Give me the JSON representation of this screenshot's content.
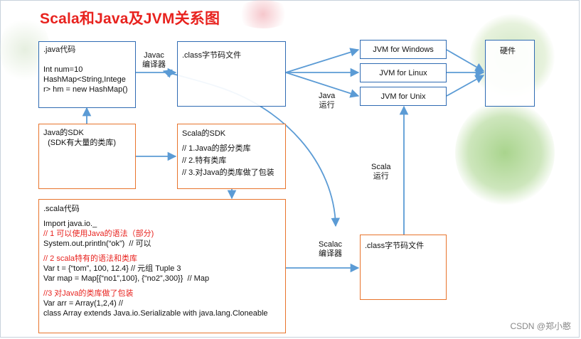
{
  "title": "Scala和Java及JVM关系图",
  "boxes": {
    "java_code": {
      "heading": ".java代码",
      "lines": [
        "Int num=10",
        "HashMap<String,Intege",
        "r> hm = new HashMap()"
      ]
    },
    "class_top": {
      "heading": ".class字节码文件"
    },
    "jvm_windows": {
      "text": "JVM for Windows"
    },
    "jvm_linux": {
      "text": "JVM for Linux"
    },
    "jvm_unix": {
      "text": "JVM for Unix"
    },
    "hardware": {
      "text": "硬件"
    },
    "java_sdk": {
      "lines": [
        "Java的SDK",
        "  (SDK有大量的类库)"
      ]
    },
    "scala_sdk": {
      "heading": "Scala的SDK",
      "lines": [
        "// 1.Java的部分类库",
        "// 2.特有类库",
        "// 3.对Java的类库做了包装"
      ]
    },
    "scala_code": {
      "heading": ".scala代码",
      "lines": [
        {
          "text": "Import java.io._",
          "red": false
        },
        {
          "text": "// 1 可以使用Java的语法（部分)",
          "red": true
        },
        {
          "text": "System.out.println(“ok”)  // 可以",
          "red": false
        },
        {
          "text": "",
          "red": false
        },
        {
          "text": "// 2 scala特有的语法和类库",
          "red": true
        },
        {
          "text": "Var t = {“tom”, 100, 12.4} // 元组 Tuple 3",
          "red": false
        },
        {
          "text": "Var map = Map[{“no1”,100}, {“no2”,300}}  // Map",
          "red": false
        },
        {
          "text": "",
          "red": false
        },
        {
          "text": "//3 对Java的类库做了包装",
          "red": true
        },
        {
          "text": "Var arr = Array(1,2,4) //",
          "red": false
        },
        {
          "text": "class Array extends Java.io.Serializable with java.lang.Cloneable",
          "red": false
        }
      ]
    },
    "class_bottom": {
      "heading": ".class字节码文件"
    }
  },
  "labels": {
    "javac": "Javac\n编译器",
    "java_run": "Java\n运行",
    "scala_run": "Scala\n运行",
    "scalac": "Scalac\n编译器"
  },
  "watermark": "CSDN @郑小憨",
  "colors": {
    "title": "#e8231f",
    "blue_border": "#2f6bb3",
    "orange_border": "#e8742c",
    "arrow": "#5b9bd5"
  }
}
